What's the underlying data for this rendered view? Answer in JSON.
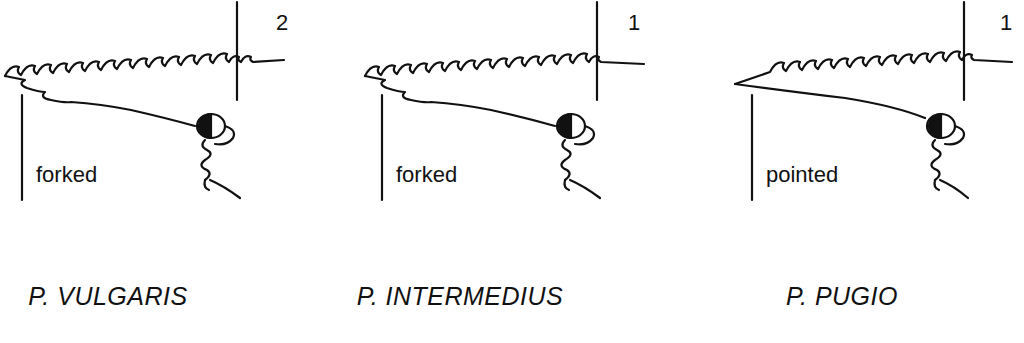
{
  "diagram": {
    "labels": [
      "2",
      "forked",
      "P. VULGARIS",
      "1",
      "forked",
      "P. INTERMEDIUS",
      "1",
      "pointed",
      "P. PUGIO"
    ]
  }
}
